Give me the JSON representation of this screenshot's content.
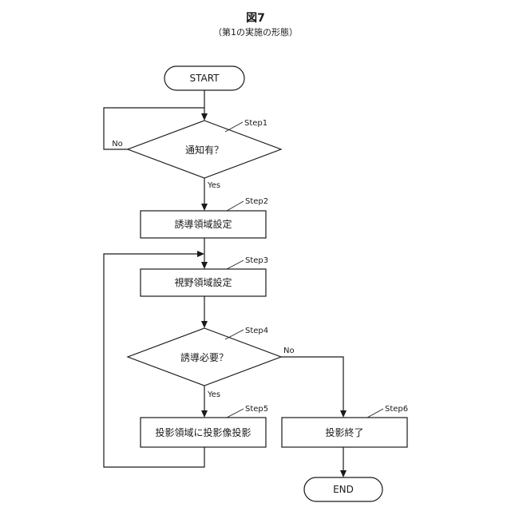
{
  "figure": {
    "title": "図7",
    "subtitle": "（第1の実施の形態）"
  },
  "nodes": {
    "start": "START",
    "step1": {
      "label": "Step1",
      "text": "通知有？"
    },
    "step2": {
      "label": "Step2",
      "text": "誘導領域設定"
    },
    "step3": {
      "label": "Step3",
      "text": "視野領域設定"
    },
    "step4": {
      "label": "Step4",
      "text": "誘導必要？"
    },
    "step5": {
      "label": "Step5",
      "text": "投影領域に投影像投影"
    },
    "step6": {
      "label": "Step6",
      "text": "投影終了"
    },
    "end": "END"
  },
  "branches": {
    "step1_no": "No",
    "step1_yes": "Yes",
    "step4_no": "No",
    "step4_yes": "Yes"
  }
}
